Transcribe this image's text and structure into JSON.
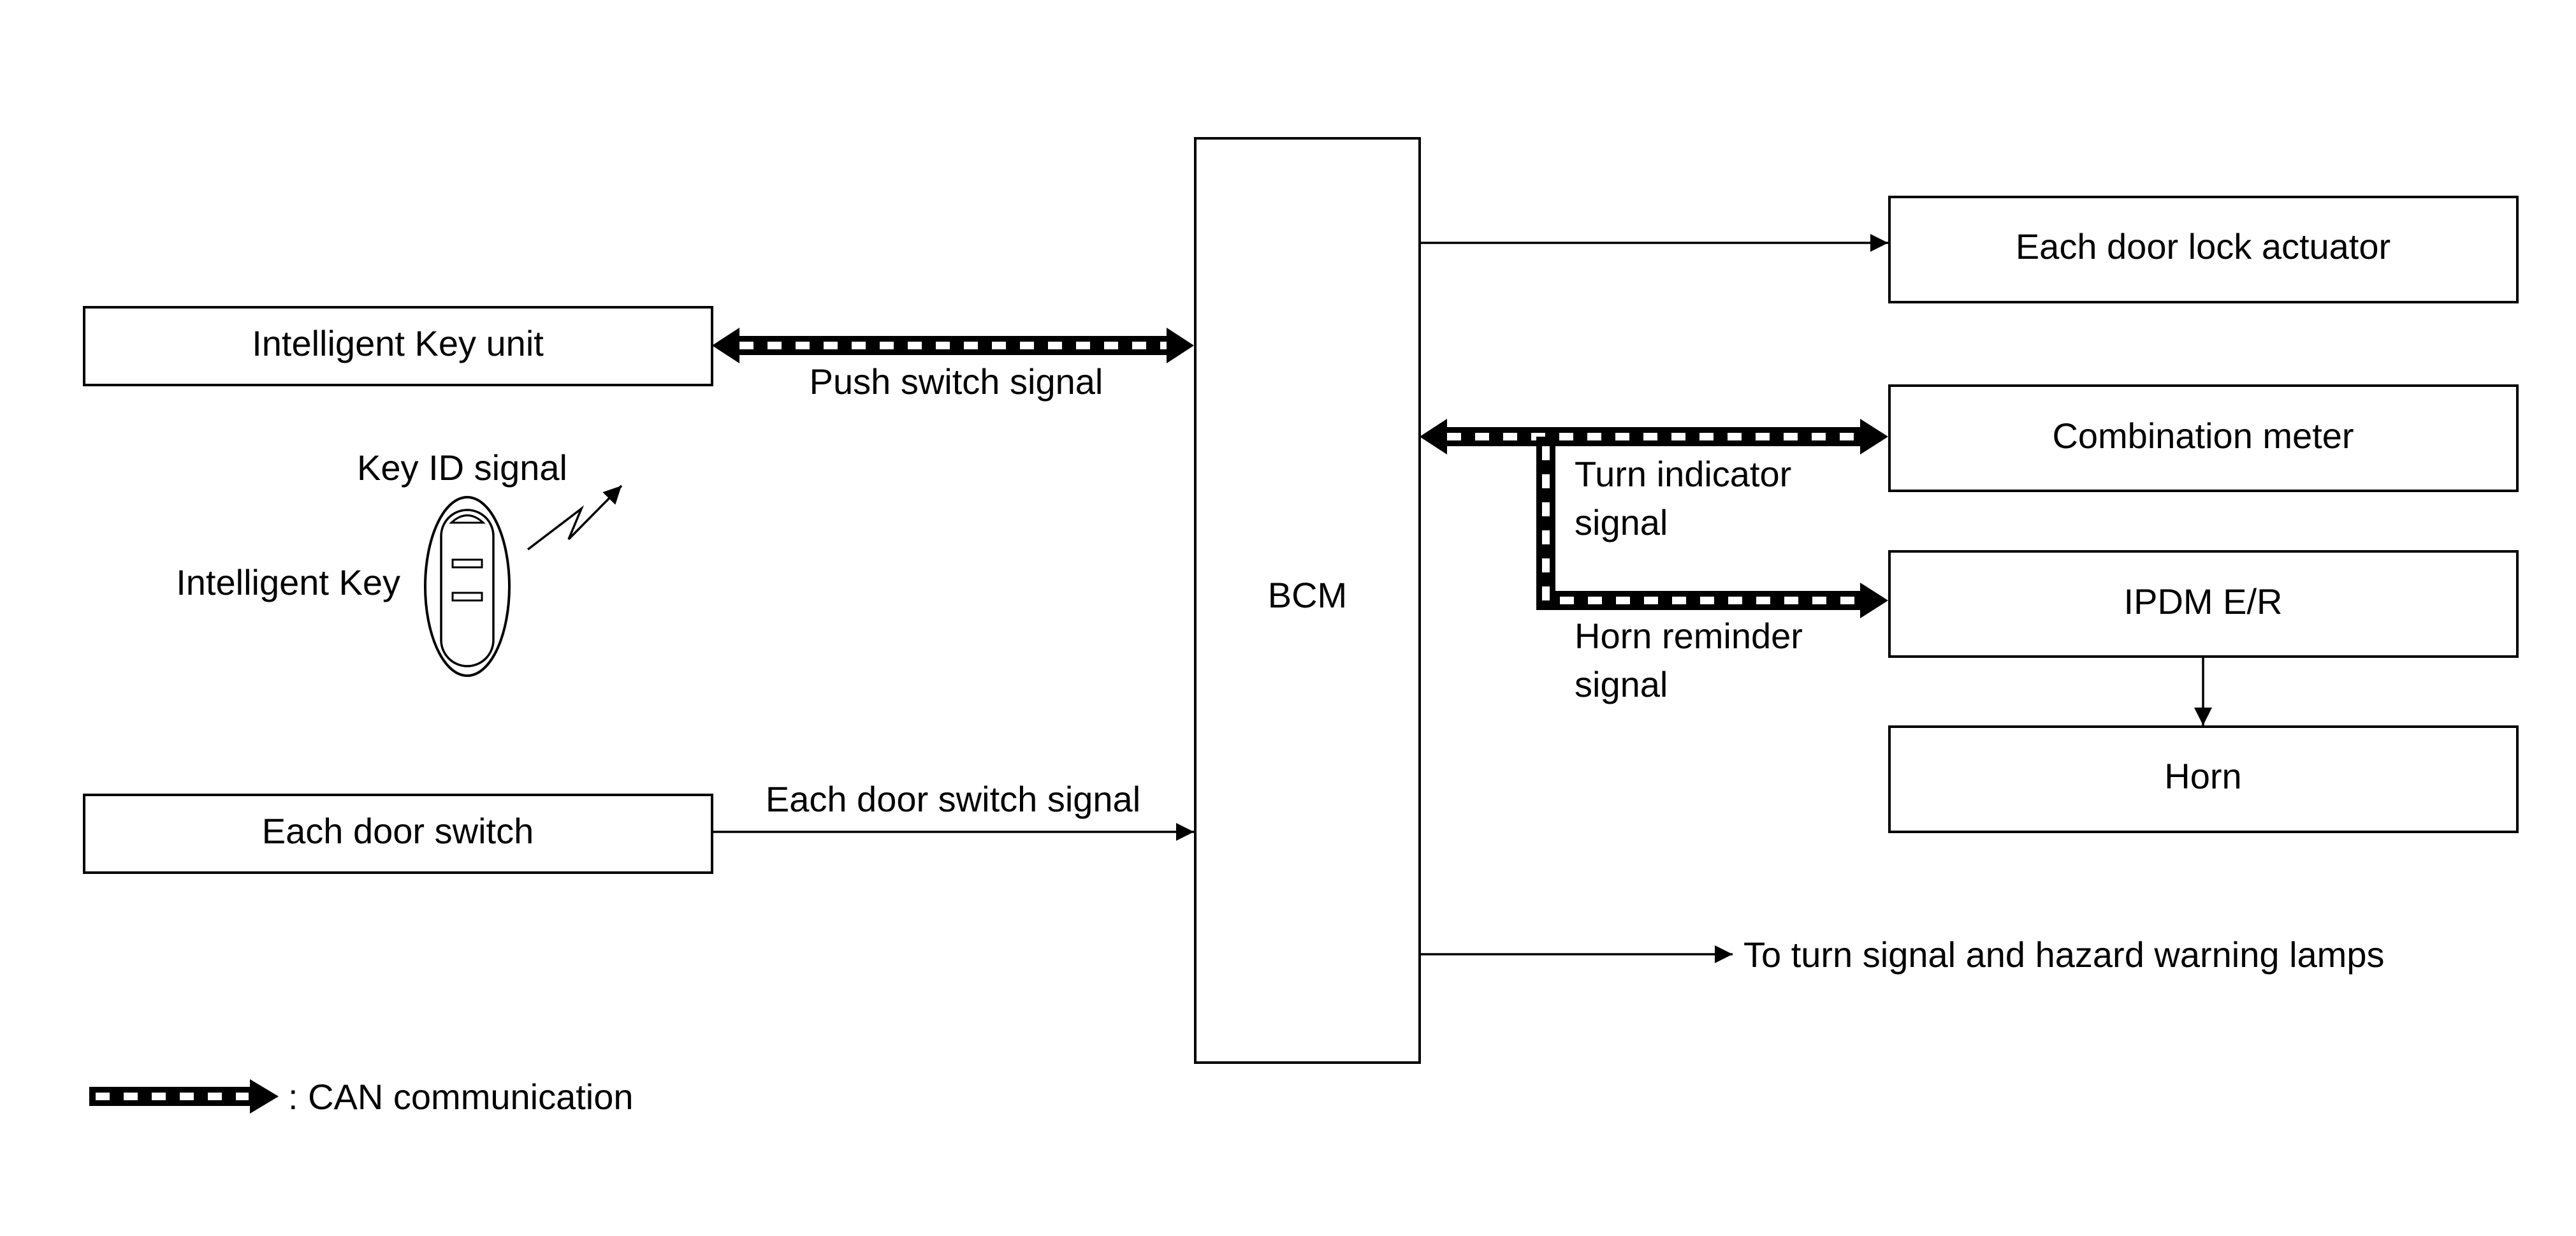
{
  "components": {
    "bcm": "BCM",
    "intelligent_key_unit": "Intelligent Key unit",
    "intelligent_key": "Intelligent Key",
    "each_door_switch": "Each door switch",
    "each_door_lock_actuator": "Each door lock actuator",
    "combination_meter": "Combination meter",
    "ipdm_er": "IPDM E/R",
    "horn": "Horn"
  },
  "signals": {
    "push_switch": "Push switch signal",
    "key_id": "Key ID signal",
    "each_door_switch": "Each door switch signal",
    "turn_indicator_line1": "Turn indicator",
    "turn_indicator_line2": "signal",
    "horn_reminder_line1": "Horn reminder",
    "horn_reminder_line2": "signal",
    "to_turn_signal": "To turn signal and hazard warning lamps"
  },
  "legend": {
    "can_communication": ": CAN communication"
  }
}
